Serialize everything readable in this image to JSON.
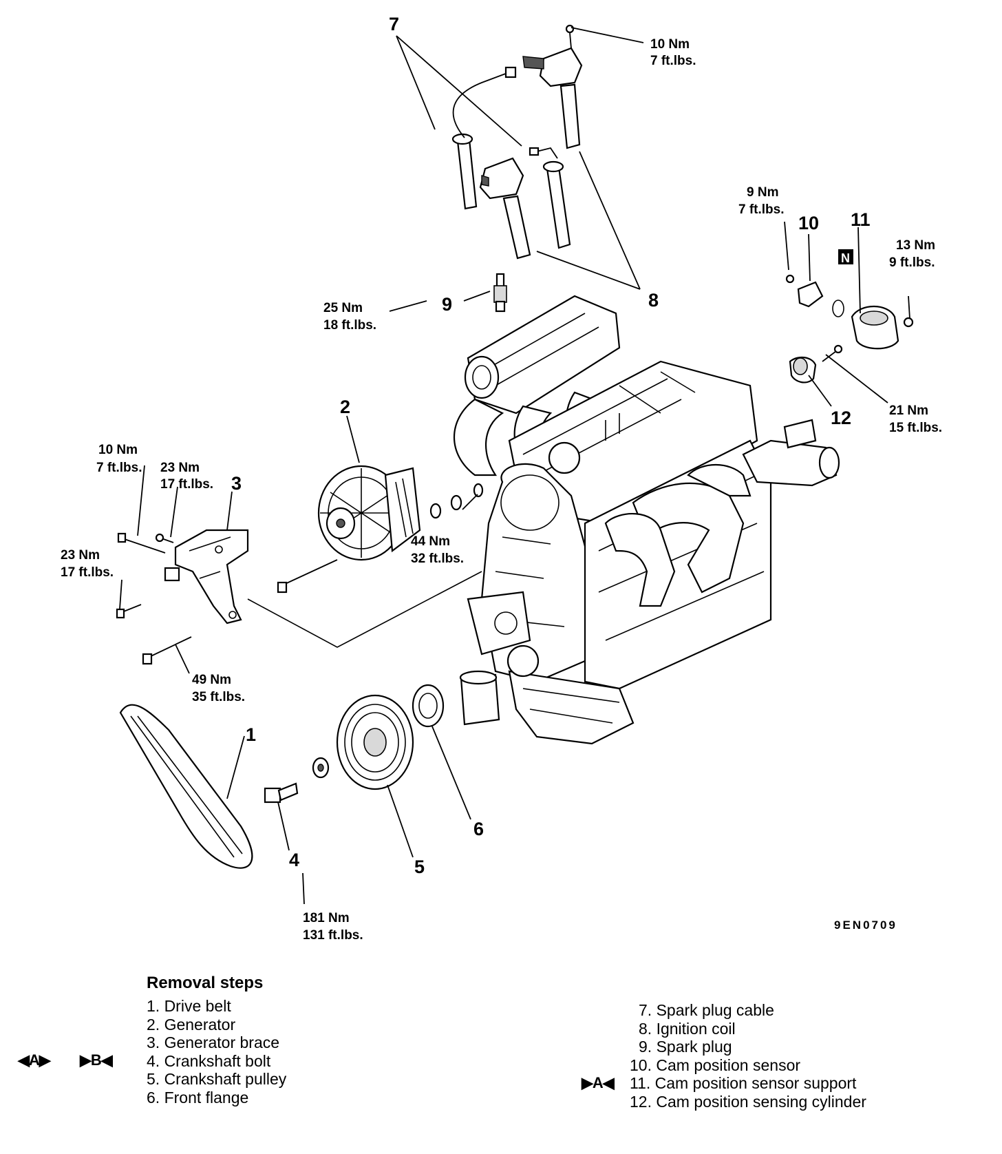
{
  "callouts": {
    "c1": "1",
    "c2": "2",
    "c3": "3",
    "c4": "4",
    "c5": "5",
    "c6": "6",
    "c7": "7",
    "c8": "8",
    "c9": "9",
    "c10": "10",
    "c11": "11",
    "c12": "12",
    "n_badge": "N"
  },
  "torques": {
    "t_coil_nm": "10 Nm",
    "t_coil_ft": "7 ft.lbs.",
    "t_sensor_nm": "9 Nm",
    "t_sensor_ft": "7 ft.lbs.",
    "t_support_nm": "13 Nm",
    "t_support_ft": "9 ft.lbs.",
    "t_plug_nm": "25 Nm",
    "t_plug_ft": "18 ft.lbs.",
    "t_cyl_nm": "21 Nm",
    "t_cyl_ft": "15 ft.lbs.",
    "t_brace1_nm": "10 Nm",
    "t_brace1_ft": "7 ft.lbs.",
    "t_brace2_nm": "23 Nm",
    "t_brace2_ft": "17 ft.lbs.",
    "t_brace3_nm": "23 Nm",
    "t_brace3_ft": "17 ft.lbs.",
    "t_gen_nm": "44 Nm",
    "t_gen_ft": "32 ft.lbs.",
    "t_long_nm": "49 Nm",
    "t_long_ft": "35 ft.lbs.",
    "t_crank_nm": "181 Nm",
    "t_crank_ft": "131 ft.lbs."
  },
  "figure_code": "9EN0709",
  "removal": {
    "title": "Removal steps",
    "left": [
      "1. Drive belt",
      "2. Generator",
      "3. Generator brace",
      "4. Crankshaft bolt",
      "5. Crankshaft pulley",
      "6. Front flange"
    ],
    "right": [
      "7. Spark plug cable",
      "8. Ignition coil",
      "9. Spark plug",
      "10. Cam position sensor",
      "11. Cam position sensor support",
      "12. Cam position sensing cylinder"
    ],
    "markers": {
      "m_crank_a": "◀A▶",
      "m_crank_b": "▶B◀",
      "m_support_a": "▶A◀"
    }
  }
}
